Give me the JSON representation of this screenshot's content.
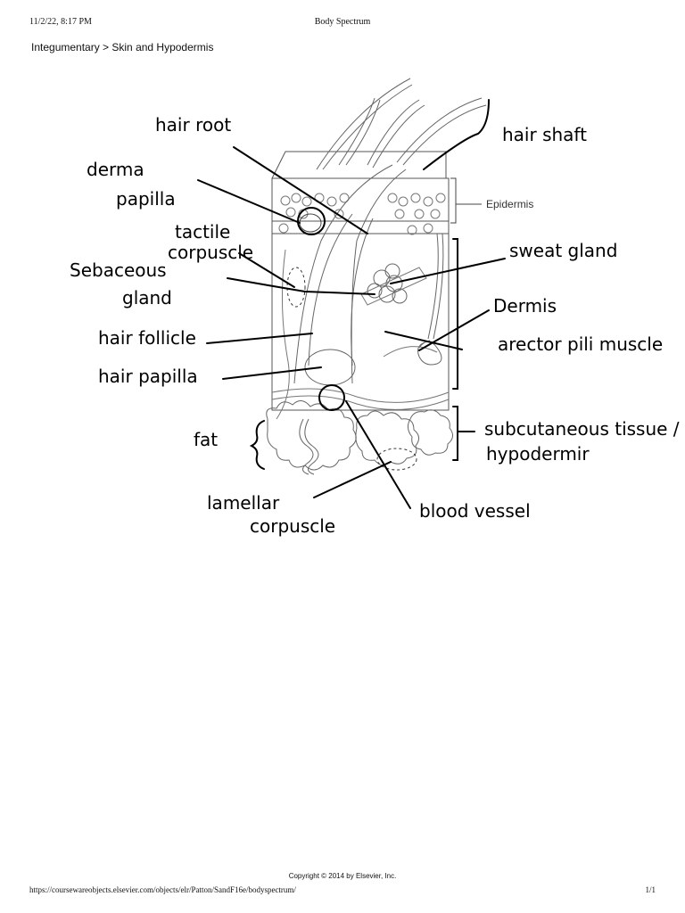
{
  "print_header": {
    "datetime": "11/2/22, 8:17 PM",
    "page_title": "Body Spectrum"
  },
  "breadcrumb": "Integumentary > Skin and Hypodermis",
  "diagram": {
    "printed_labels": {
      "epidermis": "Epidermis"
    },
    "handwritten_labels": {
      "hair_root": "hair root",
      "hair_shaft": "hair shaft",
      "derma_papilla_1": "derma",
      "derma_papilla_2": "papilla",
      "tactile_corpuscle_1": "tactile",
      "tactile_corpuscle_2": "corpuscle",
      "sebaceous_gland_1": "Sebaceous",
      "sebaceous_gland_2": "gland",
      "sweat_gland": "sweat gland",
      "dermis": "Dermis",
      "hair_follicle": "hair follicle",
      "arrector_pili": "arector pili muscle",
      "hair_papilla": "hair papilla",
      "fat": "fat",
      "subcutaneous_1": "subcutaneous tissue /",
      "subcutaneous_2": "hypodermir",
      "lamellar_corpuscle_1": "lamellar",
      "lamellar_corpuscle_2": "corpuscle",
      "blood_vessel": "blood vessel"
    }
  },
  "footer": {
    "copyright": "Copyright © 2014 by Elsevier, Inc.",
    "url": "https://coursewareobjects.elsevier.com/objects/elr/Patton/SandF16e/bodyspectrum/",
    "page": "1/1"
  }
}
